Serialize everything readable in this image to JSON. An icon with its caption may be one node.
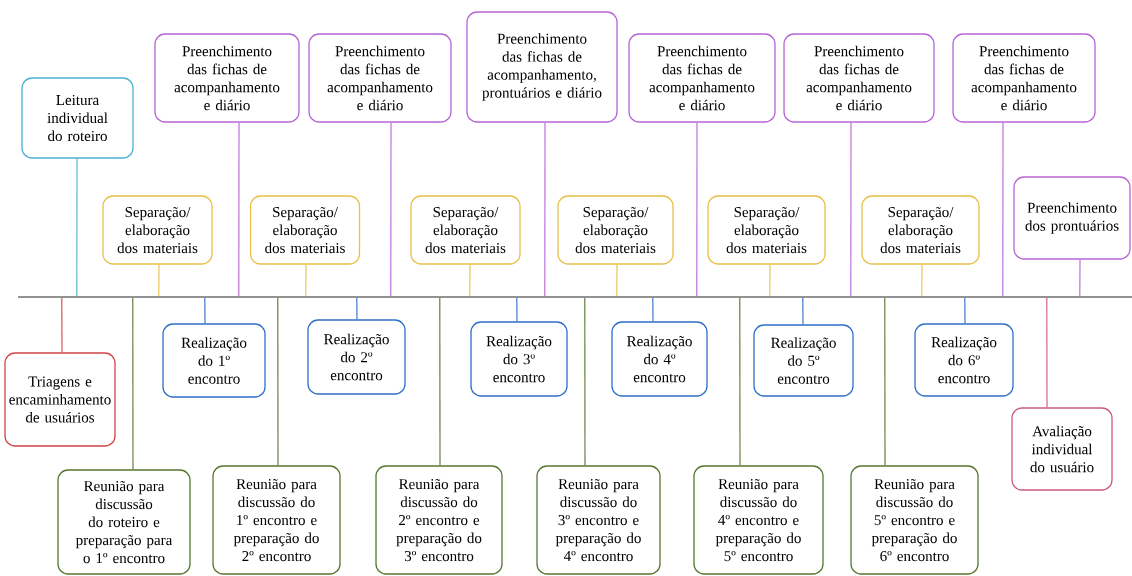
{
  "diagram": {
    "nodes": [
      {
        "text": [],
        "shape": "bar"
      },
      {
        "text": [
          "Triagens e encaminhamento de usuários"
        ]
      },
      {
        "text": [
          "Leitura individual do roteiro"
        ]
      },
      {
        "text": [
          "Reunião para discussão do roteiro e preparação para o 1º encontro"
        ]
      },
      {
        "text": [
          "Separação/ elaboração dos materiais"
        ]
      },
      {
        "text": [
          "Realização do 1º encontro"
        ]
      },
      {
        "text": [
          "Preenchimento das fichas de acompanhamento e diário"
        ]
      },
      {
        "text": [
          "Reunião para discussão do 1º encontro e preparação do 2º encontro"
        ]
      },
      {
        "text": [
          "Separação/ elaboração dos materiais"
        ]
      },
      {
        "text": [
          "Realização do 2º encontro"
        ]
      },
      {
        "text": [
          "Preenchimento das fichas de acompanhamento e diário"
        ]
      },
      {
        "text": [
          "Reunião para discussão do 2º encontro e preparação do 3º encontro"
        ]
      },
      {
        "text": [
          "Separação/ elaboração dos materiais"
        ]
      },
      {
        "text": [
          "Realização do 3º encontro"
        ]
      },
      {
        "text": [
          "Preenchimento das fichas de acompanhamento, prontuários e diário"
        ]
      },
      {
        "text": [
          "Reunião para discussão do 3º encontro e preparação do 4º encontro"
        ]
      },
      {
        "text": [
          "Separação/ elaboração dos materiais"
        ]
      },
      {
        "text": [
          "Realização do 4º encontro"
        ]
      },
      {
        "text": [
          "Preenchimento das fichas de acompanhamento e diário"
        ]
      },
      {
        "text": [
          "Reunião para discussão do 4º encontro e preparação do 5º encontro"
        ]
      },
      {
        "text": [
          "Separação/ elaboração dos materiais"
        ]
      },
      {
        "text": [
          "Realização do 5º encontro"
        ]
      },
      {
        "text": [
          "Preenchimento das fichas de acompanhamento e diário"
        ]
      },
      {
        "text": [
          "Reunião para discussão do 5º encontro e preparação do 6º encontro"
        ]
      },
      {
        "text": [
          "Separação/ elaboração dos materiais"
        ]
      },
      {
        "text": [
          "Realização do 6º encontro"
        ]
      },
      {
        "text": [
          "Preenchimento das fichas de acompanhamento e diário"
        ]
      },
      {
        "text": [
          "Avaliação individual do usuário"
        ]
      },
      {
        "text": [
          "Preenchimento dos prontuários"
        ]
      }
    ],
    "edges": [
      {
        "from": 1,
        "to": 0,
        "arrow": "none",
        "color": "#d0454a"
      },
      {
        "from": 2,
        "to": 0,
        "arrow": "none",
        "color": "#4bb0d0"
      },
      {
        "from": 3,
        "to": 0,
        "arrow": "none",
        "color": "#56772f"
      },
      {
        "from": 4,
        "to": 0,
        "arrow": "none",
        "color": "#e8c04a"
      },
      {
        "from": 5,
        "to": 0,
        "arrow": "none",
        "color": "#2f6fc8"
      },
      {
        "from": 6,
        "to": 0,
        "arrow": "none",
        "color": "#b665d6"
      },
      {
        "from": 7,
        "to": 0,
        "arrow": "none",
        "color": "#56772f"
      },
      {
        "from": 8,
        "to": 0,
        "arrow": "none",
        "color": "#e8c04a"
      },
      {
        "from": 9,
        "to": 0,
        "arrow": "none",
        "color": "#2f6fc8"
      },
      {
        "from": 10,
        "to": 0,
        "arrow": "none",
        "color": "#b665d6"
      },
      {
        "from": 11,
        "to": 0,
        "arrow": "none",
        "color": "#56772f"
      },
      {
        "from": 12,
        "to": 0,
        "arrow": "none",
        "color": "#e8c04a"
      },
      {
        "from": 13,
        "to": 0,
        "arrow": "none",
        "color": "#2f6fc8"
      },
      {
        "from": 14,
        "to": 0,
        "arrow": "none",
        "color": "#b665d6"
      },
      {
        "from": 15,
        "to": 0,
        "arrow": "none",
        "color": "#56772f"
      },
      {
        "from": 16,
        "to": 0,
        "arrow": "none",
        "color": "#e8c04a"
      },
      {
        "from": 17,
        "to": 0,
        "arrow": "none",
        "color": "#2f6fc8"
      },
      {
        "from": 18,
        "to": 0,
        "arrow": "none",
        "color": "#b665d6"
      },
      {
        "from": 19,
        "to": 0,
        "arrow": "none",
        "color": "#56772f"
      },
      {
        "from": 20,
        "to": 0,
        "arrow": "none",
        "color": "#e8c04a"
      },
      {
        "from": 21,
        "to": 0,
        "arrow": "none",
        "color": "#2f6fc8"
      },
      {
        "from": 22,
        "to": 0,
        "arrow": "none",
        "color": "#b665d6"
      },
      {
        "from": 23,
        "to": 0,
        "arrow": "none",
        "color": "#56772f"
      },
      {
        "from": 24,
        "to": 0,
        "arrow": "none",
        "color": "#e8c04a"
      },
      {
        "from": 25,
        "to": 0,
        "arrow": "none",
        "color": "#2f6fc8"
      },
      {
        "from": 26,
        "to": 0,
        "arrow": "none",
        "color": "#b665d6"
      },
      {
        "from": 27,
        "to": 0,
        "arrow": "none",
        "color": "#cc5a80"
      },
      {
        "from": 28,
        "to": 0,
        "arrow": "none",
        "color": "#b665d6"
      }
    ]
  }
}
